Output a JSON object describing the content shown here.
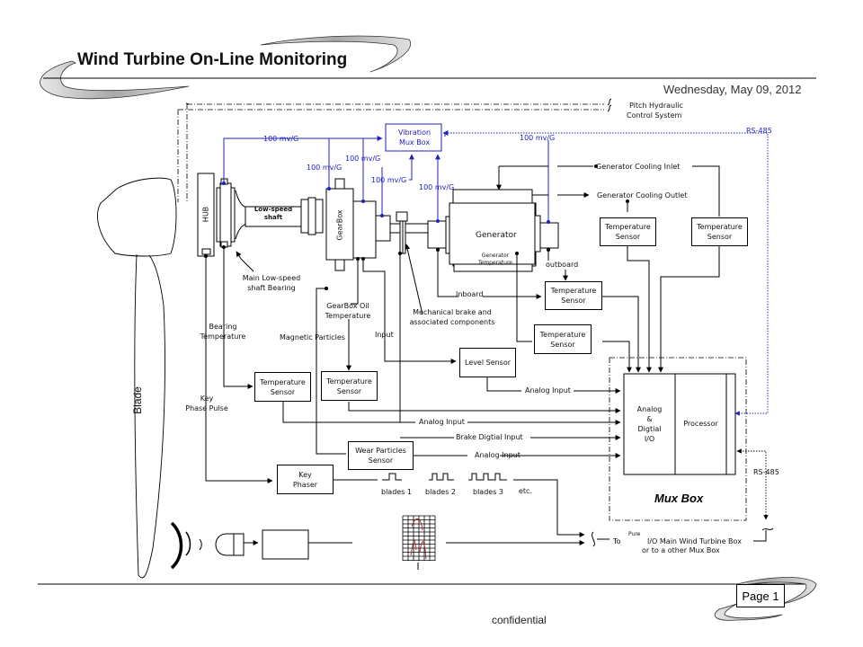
{
  "header": {
    "title": "Wind Turbine On-Line Monitoring",
    "date": "Wednesday, May 09, 2012"
  },
  "footer": {
    "confidential": "confidential",
    "page_label": "Page 1"
  },
  "colors": {
    "signal_blue": "#2020c0",
    "line_black": "#000000",
    "swoosh_gray": "#b0b0b0",
    "spectrum_red": "#a02020"
  },
  "external": {
    "pitch_line1": "Pitch Hydraulic",
    "pitch_line2": "Control System",
    "rs485_top": "RS-485",
    "rs485_side": "RS-485"
  },
  "components": {
    "hub": "HUB",
    "blade": "Blade",
    "low_speed_shaft": [
      "Low-speed",
      "shaft"
    ],
    "gearbox": "GearBox",
    "generator": "Generator",
    "generator_temperature": [
      "Generator",
      "Temperature"
    ],
    "vibration_mux": [
      "Vibration",
      "Mux Box"
    ]
  },
  "vibration_labels": [
    "100 mv/G",
    "100 mv/G",
    "100 mv/G",
    "100 mv/G",
    "100 mv/G",
    "100 mv/G"
  ],
  "cooling": {
    "inlet": "Generator Cooling Inlet",
    "outlet": "Generator Cooling Outlet"
  },
  "sensors": {
    "temp_gen_inlet": [
      "Temperature",
      "Sensor"
    ],
    "temp_gen_outlet": [
      "Temperature",
      "Sensor"
    ],
    "temp_outboard": [
      "Temperature",
      "Sensor"
    ],
    "temp_gen_internal": [
      "Temperature",
      "Sensor"
    ],
    "temp_bearing": [
      "Temperature",
      "Sensor"
    ],
    "temp_gearbox_oil": [
      "Temperature",
      "Sensor"
    ],
    "level": "Level Sensor",
    "wear_particles": [
      "Wear Particles",
      "Sensor"
    ],
    "key_phaser": [
      "Key",
      "Phaser"
    ]
  },
  "annotations": {
    "main_bearing": [
      "Main Low-speed",
      "shaft Bearing"
    ],
    "gearbox_oil_temp": [
      "GearBox Oil",
      "Temperature"
    ],
    "mech_brake": [
      "Mechanical brake and",
      "associated components"
    ],
    "inboard": "Inboard",
    "outboard": "outboard",
    "bearing_temp": [
      "Bearing",
      "Temperature"
    ],
    "magnetic_particles": "Magnetic Particles",
    "input": "Input",
    "key_phase_pulse": [
      "Key",
      "Phase Pulse"
    ]
  },
  "signals": {
    "analog_input_1": "Analog Input",
    "analog_input_2": "Analog Input",
    "brake_digital": "Brake Digtial Input",
    "analog_input_3": "Analog Input"
  },
  "pulses": {
    "labels": [
      "blades 1",
      "blades 2",
      "blades 3"
    ],
    "counts": [
      1,
      2,
      3
    ],
    "etc": "etc."
  },
  "mux_box": {
    "io": [
      "Analog",
      "&",
      "Digtial",
      "I/O"
    ],
    "processor": "Processor",
    "label": "Mux Box"
  },
  "output": {
    "to": "To",
    "pure": "Pure",
    "line1": "I/O Main Wind Turbine Box",
    "line2": "or to a other Mux Box"
  }
}
